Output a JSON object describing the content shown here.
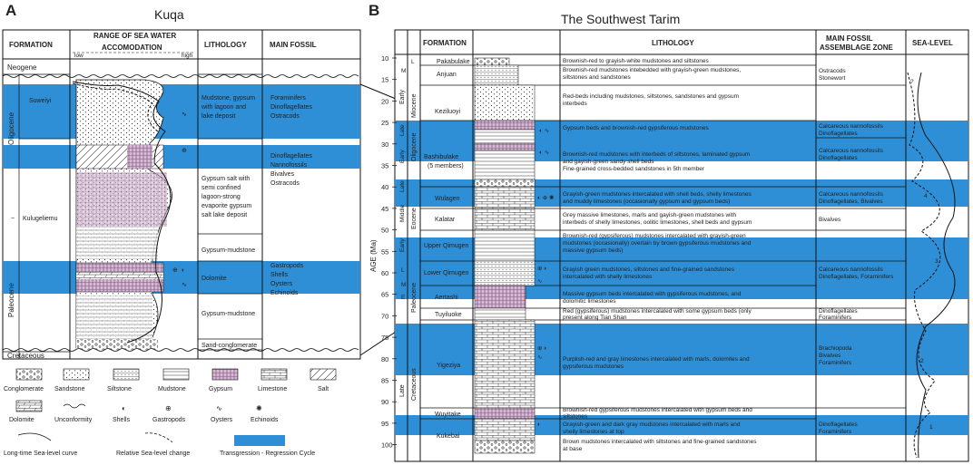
{
  "panelA": {
    "letter": "A",
    "title": "Kuqa",
    "headers": {
      "formation": "FORMATION",
      "range": "RANGE OF SEA WATER",
      "accommodation": "ACCOMODATION",
      "low": "low",
      "high": "high",
      "lithology": "LITHOLOGY",
      "fossil": "MAIN FOSSIL"
    },
    "epochs": {
      "neogene": "Neogene",
      "oligocene": "Oligocene",
      "paleocene": "Paleocene",
      "cretaceous": "Cretaceous"
    },
    "formations": {
      "suweiyi": "Suweiyi",
      "kumugeliemu": "Kulugeliemu"
    },
    "lithology": [
      "Mudstone, gypsum",
      "with lagoon and",
      "lake deposit",
      "Gypsum salt with",
      "semi confined",
      "lagoon-strong",
      "evaporite gypsum",
      "salt lake deposit",
      "Gypsum-mudstone",
      "Dolomite",
      "Gypsum-mudstone",
      "Sand-conglomerate"
    ],
    "fossils": [
      "Foraminifers",
      "Dinoflagellates",
      "Ostracods",
      "Dinoflagellates",
      "Nannofossils",
      "Bivalves",
      "Ostracods",
      "Gastropods",
      "Shells",
      "Oysters",
      "Echinoids"
    ]
  },
  "legend": {
    "row1": [
      "Conglomerate",
      "Sandstone",
      "Siltstone",
      "Mudstone",
      "Gypsum",
      "Limestone",
      "Salt"
    ],
    "row2": [
      "Dolomite",
      "Unconformity",
      "Shells",
      "Gastropods",
      "Oysters",
      "Echinoids"
    ],
    "row3": [
      "Long-time Sea-level curve",
      "Relative Sea-level change",
      "Transgression - Regression Cycle"
    ]
  },
  "panelB": {
    "letter": "B",
    "title": "The Southwest Tarim",
    "headers": {
      "formation": "FORMATION",
      "lithology": "LITHOLOGY",
      "fossil1": "MAIN FOSSIL",
      "fossil2": "ASSEMBLAGE ZONE",
      "sealevel": "SEA-LEVEL",
      "age": "AGE (Ma)"
    },
    "ages": [
      "10",
      "15",
      "20",
      "25",
      "30",
      "35",
      "40",
      "45",
      "50",
      "55",
      "60",
      "65",
      "70",
      "75",
      "80",
      "85",
      "90",
      "95",
      "100"
    ],
    "epochs": {
      "miocene": "Miocene",
      "oligocene": "Oligocene",
      "eocene": "Eocene",
      "paleocene": "Paleocene",
      "cretaceous": "Cretaceous",
      "late_cret": "Late",
      "early_mio": "Early",
      "m_mio": "M",
      "l_mio": "L",
      "late_oli": "Late",
      "early_oli": "Early",
      "late_eo": "Late",
      "middle_eo": "Middle",
      "early_eo": "Early",
      "l_pal": "L",
      "m_pal": "M",
      "e_pal": "E"
    },
    "formations": [
      "Pakabulake",
      "Anjuan",
      "Keziluoyi",
      "Bashibulake",
      "(5 members)",
      "Wulagen",
      "Kalatar",
      "Upper Qimugen",
      "Lower Qimugen",
      "Aertashi",
      "Tuyiluoke",
      "Yigeziya",
      "Wuyitake",
      "Kukebai"
    ],
    "lithology": [
      "Brownish-red to grayish-white mudstones and siltstones",
      "Brownish-red mudstones intebedded with grayish-green mudstones,",
      "siltstones and sandstones",
      "Red-beds including mudstones, siltstones, sandstones and gypsum",
      "interbeds",
      "Gypsum beds and brownish-red gypsiferous mudstones",
      "Brownish-red mudstones with interbeds of siltstones, laminated gypsum",
      "and gayish-green sandy shell beds",
      "Fine-grained cross-bedded sandstones in 5th member",
      "Grayish-green mudstones intercalated with shell beds, shelly limestones",
      "and muddy limestones (occasionally gypsum and gypsum beds)",
      "Grey massive limestones, marls and gayish-green mudstones with",
      "interbeds of shelly limestones, oolitic limestones, shell beds and gypsum",
      "Brownish-red (gypsiferous) mudstones intercalated with grayish-green",
      "mudstones (occasionally) overlain by brown gypsiferous mudstones and",
      "massive gypsum beds)",
      "Grayish green mudstones, siltstones and fine-grained sandstones",
      "intercalated with shelly limestones",
      "Massive gypsum beds intercalated with gypsiferous mudstones, and",
      "dolomitic limestones",
      "Red (gypsiferous) mudstones intercalated with some gypsum beds (only",
      "present along Tian Shan",
      "Purplish-red and gray limestones intercalated with marls, dolomites and",
      "gypsiferous mudstones",
      "Brownish-red gypsiferous mudstones intercalated with gypsum beds and",
      "siltstones",
      "Grayish-green and dark gray mudstones intercalated with marls and",
      "shelly limestones at top",
      "Brown mudstones intercalated with siltstones and fine-grained sandstones",
      "at base"
    ],
    "fossils": [
      "Ostracods",
      "Stonewort",
      "Calcareous nannofossils",
      "Dinoflagellates",
      "Calcareous nannofossils",
      "Dinoflagellates",
      "Calcareous nannofossils",
      "Dinoflagellates, Bivalves",
      "Bivalves",
      "Calcareous nannofossils",
      "Dinoflagellates, Foraminifers",
      "Dinoflagellates",
      "Foraminifers",
      "Brachiopoda",
      "Bivalves",
      "Foraminifers",
      "Dinoflagellates",
      "Foraminifers"
    ],
    "sea_marks": [
      "?",
      "4",
      "3",
      "2",
      "1"
    ]
  },
  "colors": {
    "cycle": "#2e8fd6",
    "line": "#111111",
    "gypsum": "#c9a8c8",
    "bg": "#ffffff"
  }
}
